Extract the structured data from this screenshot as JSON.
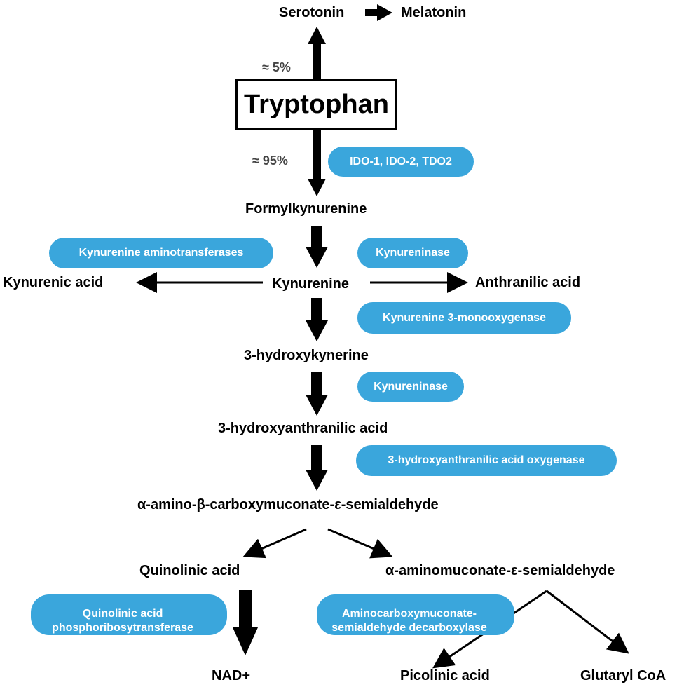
{
  "metabolites": {
    "serotonin": "Serotonin",
    "melatonin": "Melatonin",
    "tryptophan": "Tryptophan",
    "formylkynurenine": "Formylkynurenine",
    "kynurenine": "Kynurenine",
    "kynurenic_acid": "Kynurenic acid",
    "anthranilic_acid": "Anthranilic acid",
    "hydroxykynerine": "3-hydroxykynerine",
    "hydroxyanthranilic_acid": "3-hydroxyanthranilic acid",
    "acms": "α-amino-β-carboxymuconate-ε-semialdehyde",
    "quinolinic_acid": "Quinolinic acid",
    "ams": "α-aminomuconate-ε-semialdehyde",
    "nad": "NAD+",
    "picolinic_acid": "Picolinic acid",
    "glutaryl_coa": "Glutaryl CoA"
  },
  "percentages": {
    "serotonin_branch": "≈ 5%",
    "kynurenine_branch": "≈ 95%"
  },
  "enzymes": {
    "ido_tdo": "IDO-1, IDO-2, TDO2",
    "kat": "Kynurenine aminotransferases",
    "kynureninase_1": "Kynureninase",
    "kmo": "Kynurenine 3-monooxygenase",
    "kynureninase_2": "Kynureninase",
    "haao": "3-hydroxyanthranilic acid oxygenase",
    "qprt_line1": "Quinolinic acid",
    "qprt_line2": "phosphoribosytransferase",
    "acmsd_line1": "Aminocarboxymuconate-",
    "acmsd_line2": "semialdehyde decarboxylase"
  },
  "colors": {
    "enzyme_fill": "#3aa6dc",
    "arrow": "#000000"
  }
}
